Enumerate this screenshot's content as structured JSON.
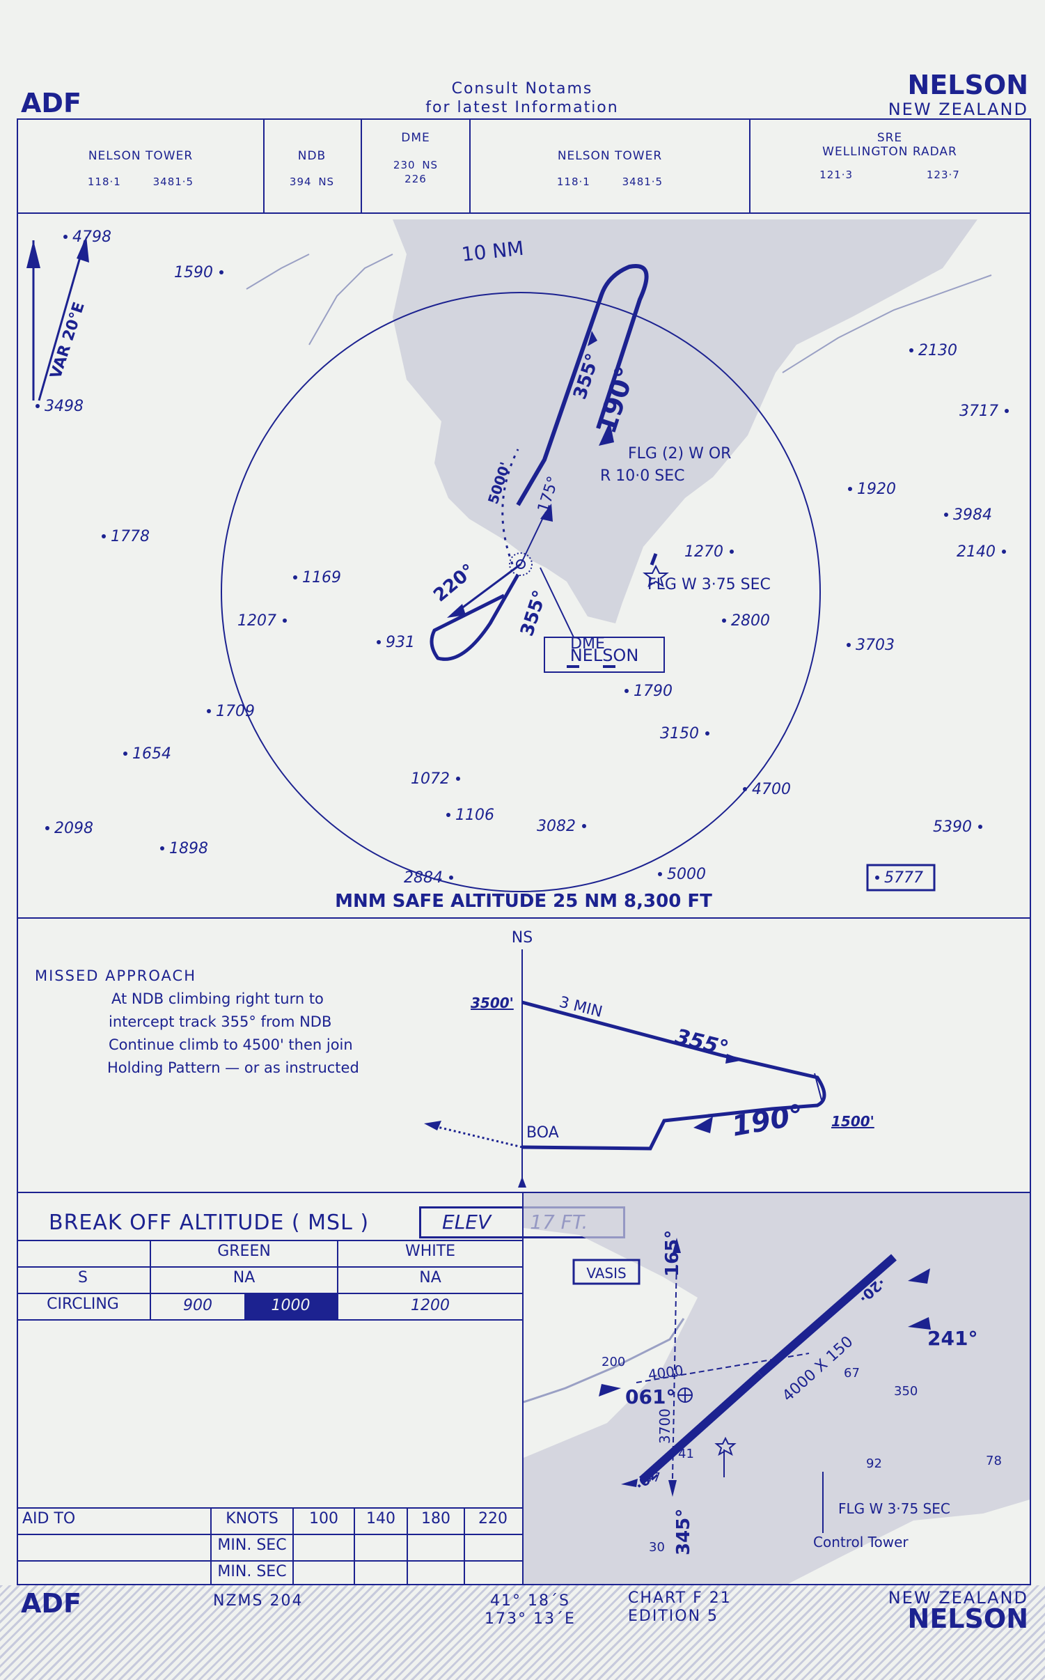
{
  "header": {
    "procedure": "ADF",
    "consult_line1": "Consult  Notams",
    "consult_line2": "for  latest  Information",
    "city": "NELSON",
    "country": "NEW ZEALAND"
  },
  "comms": {
    "tower1": {
      "label": "NELSON TOWER",
      "freq1": "118·1",
      "freq2": "3481·5"
    },
    "ndb": {
      "label": "NDB",
      "value": "394  NS"
    },
    "dme": {
      "label": "DME",
      "value1": "230   NS",
      "value2": "226"
    },
    "tower2": {
      "label": "NELSON TOWER",
      "freq1": "118·1",
      "freq2": "3481·5"
    },
    "sre": {
      "label1": "SRE",
      "label2": "WELLINGTON RADAR",
      "freq1": "121·3",
      "freq2": "123·7"
    }
  },
  "plan": {
    "variation": "VAR 20°E",
    "range_ring": "10 NM",
    "track_inbound": "355°",
    "track_outbound": "190°",
    "track_175": "175°",
    "track_220": "220°",
    "track_355b": "355°",
    "alt_5000": "5000'",
    "light1_line1": "FLG (2)  W OR",
    "light1_line2": "R 10·0 SEC",
    "light2": "FLG   W 3·75 SEC",
    "dme_label": "DME",
    "dme_name": "NELSON",
    "spot_heights": [
      "4798",
      "1590",
      "3498",
      "2130",
      "3717",
      "1920",
      "3984",
      "2140",
      "1778",
      "1270",
      "1169",
      "1207",
      "931",
      "2800",
      "3703",
      "1790",
      "1709",
      "1654",
      "1072",
      "3150",
      "4700",
      "1106",
      "3082",
      "2098",
      "1898",
      "5390",
      "2884",
      "5000",
      "5777"
    ],
    "msa": "MNM SAFE ALTITUDE 25 NM  8,300 FT"
  },
  "profile": {
    "ns": "NS",
    "missed_title": "MISSED  APPROACH",
    "missed_1": "At NDB climbing right turn to",
    "missed_2": "intercept track 355° from NDB",
    "missed_3": "Continue climb to 4500' then join",
    "missed_4": "Holding Pattern — or as instructed",
    "alt_3500": "3500'",
    "time": "3 MIN",
    "track_355": "355°",
    "track_190": "190°",
    "alt_1500": "1500'",
    "boa": "BOA"
  },
  "breakoff": {
    "title": "BREAK  OFF  ALTITUDE ( MSL )",
    "elev_label": "ELEV",
    "elev_value": "17  FT.",
    "col_green": "GREEN",
    "col_white": "WHITE",
    "row_s": "S",
    "s_green": "NA",
    "s_white": "NA",
    "row_circling": "CIRCLING",
    "circ_green1": "900",
    "circ_green2": "1000",
    "circ_white": "1200"
  },
  "speed": {
    "aid_to": "AID TO",
    "knots": "KNOTS",
    "min_sec": "MIN. SEC",
    "speeds": [
      "100",
      "140",
      "180",
      "220"
    ]
  },
  "airport": {
    "vasis": "VASIS",
    "hdg_165": "165°",
    "hdg_345": "345°",
    "hdg_061": "061°",
    "hdg_241": "241°",
    "rwy_dim": "4000 X 150",
    "len_4000": "4000",
    "len_3700": "3700",
    "rwy_02": "·02·",
    "rwy_20": "·20·",
    "h200": "200",
    "h67": "67",
    "h350": "350",
    "h92": "92",
    "h47": "47",
    "h41": "41",
    "h78": "78",
    "h30": "30",
    "light": "FLG  W 3·75 SEC",
    "tower": "Control Tower"
  },
  "footer": {
    "procedure": "ADF",
    "nzms": "NZMS  204",
    "lat": "41° 18´S",
    "lon": "173° 13´E",
    "chart": "CHART  F 21",
    "edition": "EDITION   5",
    "country": "NEW ZEALAND",
    "city": "NELSON"
  },
  "colors": {
    "ink": "#1c2290",
    "paper": "#f0f2ef",
    "land": "#c9cbd8"
  }
}
